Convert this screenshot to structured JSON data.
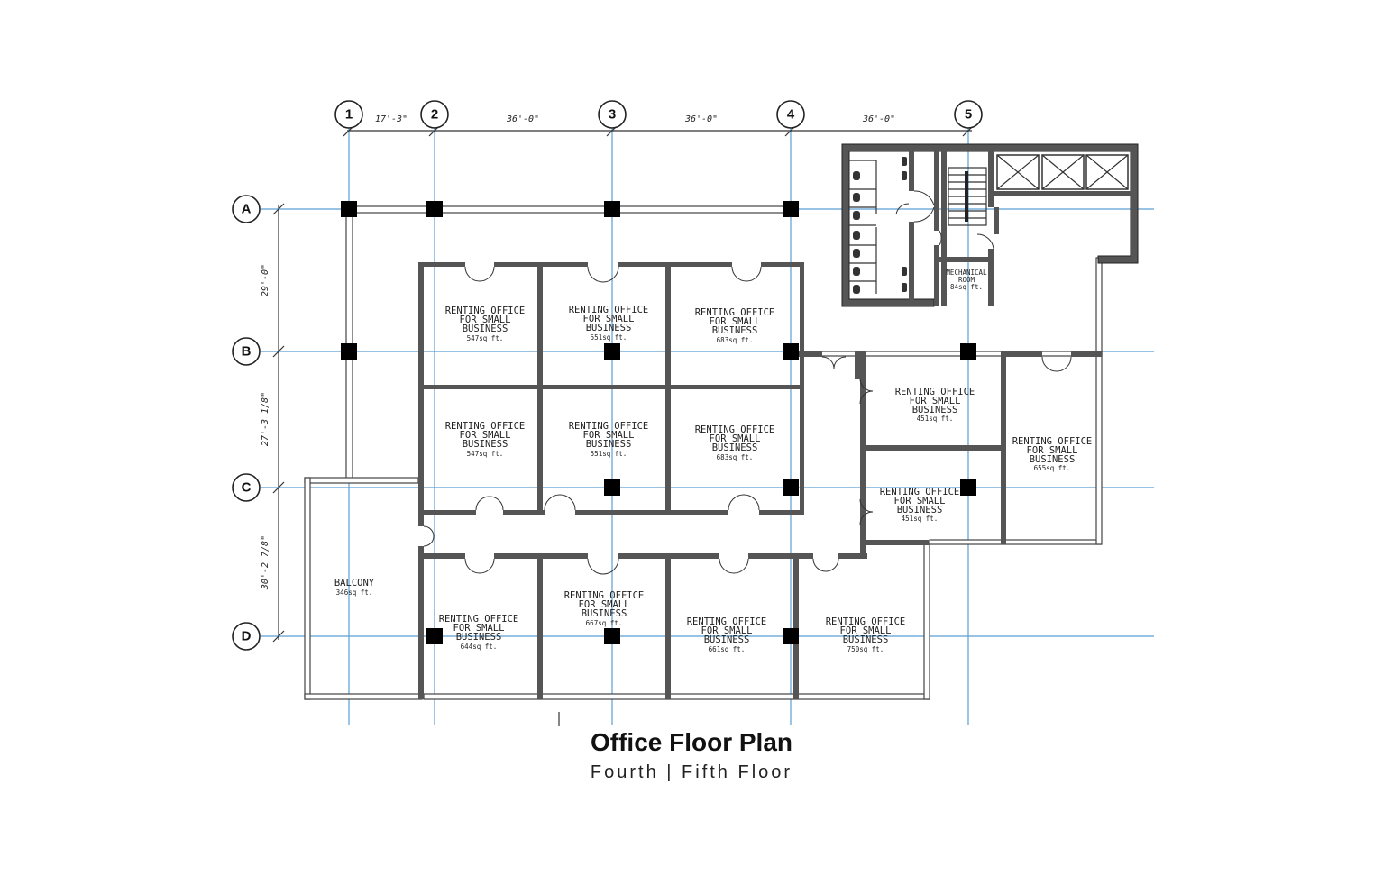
{
  "title": "Office Floor Plan",
  "subtitle": "Fourth  |  Fifth  Floor",
  "grid": {
    "columns": [
      "1",
      "2",
      "3",
      "4",
      "5"
    ],
    "rows": [
      "A",
      "B",
      "C",
      "D"
    ],
    "column_dimensions": [
      "17'-3\"",
      "36'-0\"",
      "36'-0\"",
      "36'-0\""
    ],
    "row_dimensions": [
      "29'-0\"",
      "27'-3 1/8\"",
      "30'-2 7/8\""
    ]
  },
  "rooms": {
    "office_label_line1": "RENTING OFFICE",
    "office_label_line2": "FOR SMALL",
    "office_label_line3": "BUSINESS",
    "r1_area": "547sq ft.",
    "r2_area": "551sq ft.",
    "r3_area": "683sq ft.",
    "r4_area": "547sq ft.",
    "r5_area": "551sq ft.",
    "r6_area": "683sq ft.",
    "r7_area": "451sq ft.",
    "r8_area": "655sq ft.",
    "r9_area": "451sq ft.",
    "r10_area": "644sq ft.",
    "r11_area": "667sq ft.",
    "r12_area": "661sq ft.",
    "r13_area": "750sq ft.",
    "balcony_label": "BALCONY",
    "balcony_area": "346sq ft.",
    "mech_label1": "MECHANICAL",
    "mech_label2": "ROOM",
    "mech_area": "84sq ft."
  }
}
